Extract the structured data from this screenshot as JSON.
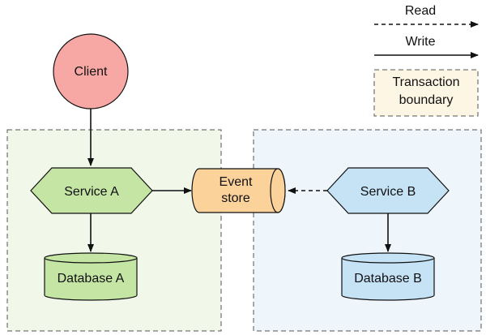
{
  "legend": {
    "read_label": "Read",
    "write_label": "Write",
    "transaction_line1": "Transaction",
    "transaction_line2": "boundary"
  },
  "nodes": {
    "client": "Client",
    "service_a": "Service A",
    "database_a": "Database A",
    "event_store_line1": "Event",
    "event_store_line2": "store",
    "service_b": "Service B",
    "database_b": "Database B"
  },
  "colors": {
    "client_fill": "#f8a8a4",
    "green_fill": "#c5e5a5",
    "orange_fill": "#fcd29b",
    "blue_fill": "#c6e3f6",
    "boundary_a_fill": "#f1f8ea",
    "boundary_b_fill": "#eef5fb",
    "legend_boundary_fill": "#fdf6e5",
    "stroke": "#111111"
  }
}
